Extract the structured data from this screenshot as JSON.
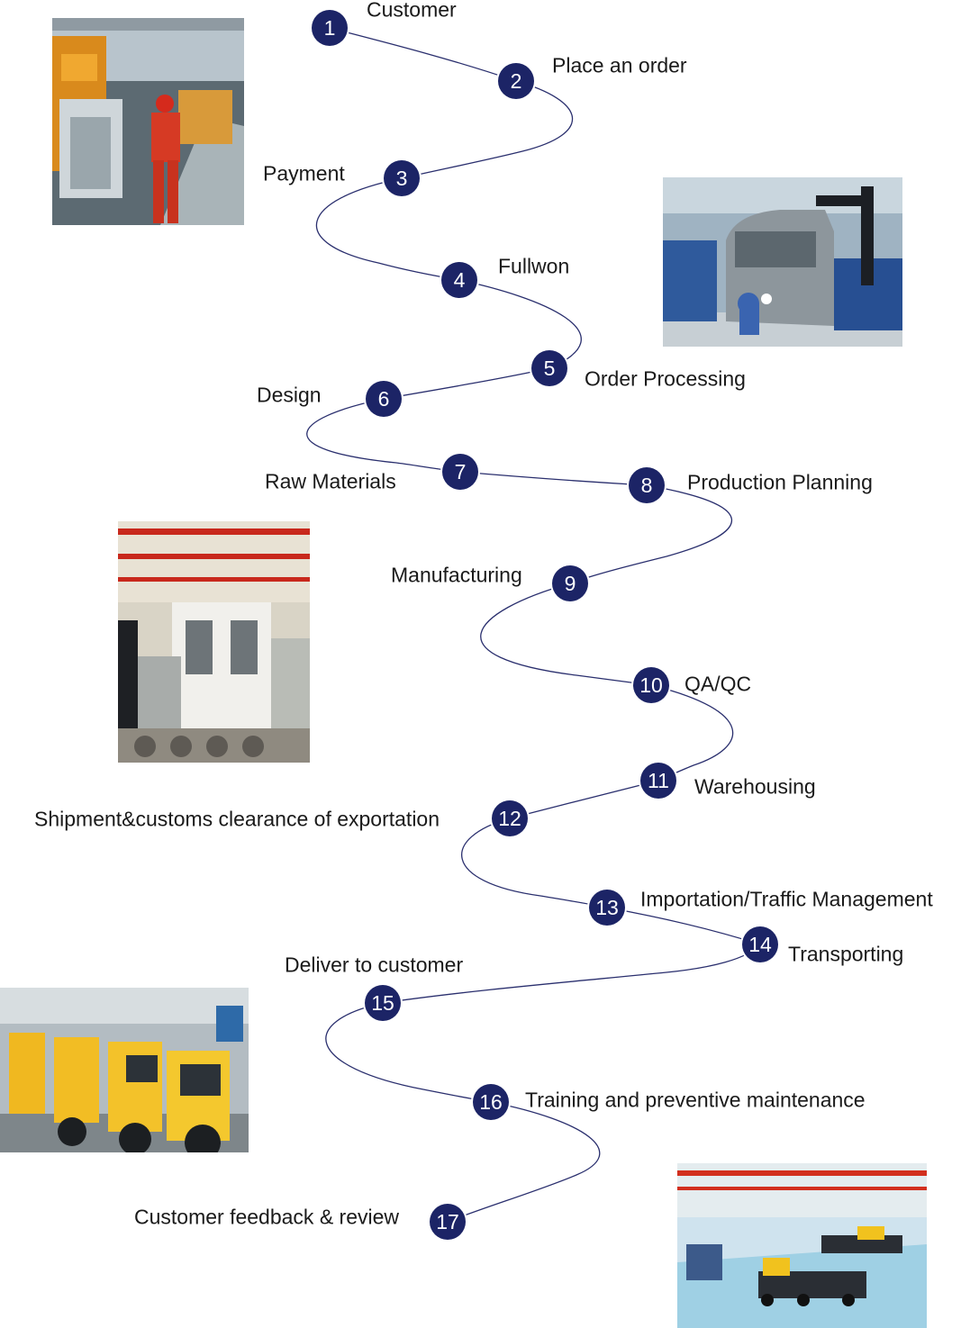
{
  "colors": {
    "node": "#1c2466",
    "path": "#2a2f6e",
    "label": "#1a1a1a"
  },
  "steps": [
    {
      "num": "1",
      "label": "Customer"
    },
    {
      "num": "2",
      "label": "Place an order"
    },
    {
      "num": "3",
      "label": "Payment"
    },
    {
      "num": "4",
      "label": "Fullwon"
    },
    {
      "num": "5",
      "label": "Order Processing"
    },
    {
      "num": "6",
      "label": "Design"
    },
    {
      "num": "7",
      "label": "Raw Materials"
    },
    {
      "num": "8",
      "label": "Production Planning"
    },
    {
      "num": "9",
      "label": "Manufacturing"
    },
    {
      "num": "10",
      "label": "QA/QC"
    },
    {
      "num": "11",
      "label": "Warehousing"
    },
    {
      "num": "12",
      "label": "Shipment&customs clearance of exportation"
    },
    {
      "num": "13",
      "label": "Importation/Traffic Management"
    },
    {
      "num": "14",
      "label": "Transporting"
    },
    {
      "num": "15",
      "label": "Deliver to customer"
    },
    {
      "num": "16",
      "label": "Training and preventive maintenance"
    },
    {
      "num": "17",
      "label": "Customer feedback & review"
    }
  ],
  "photos": [
    {
      "name": "factory-worker-photo"
    },
    {
      "name": "truck-cab-welding-photo"
    },
    {
      "name": "machining-center-photo"
    },
    {
      "name": "loader-assembly-line-photo"
    },
    {
      "name": "crane-assembly-hall-photo"
    }
  ]
}
